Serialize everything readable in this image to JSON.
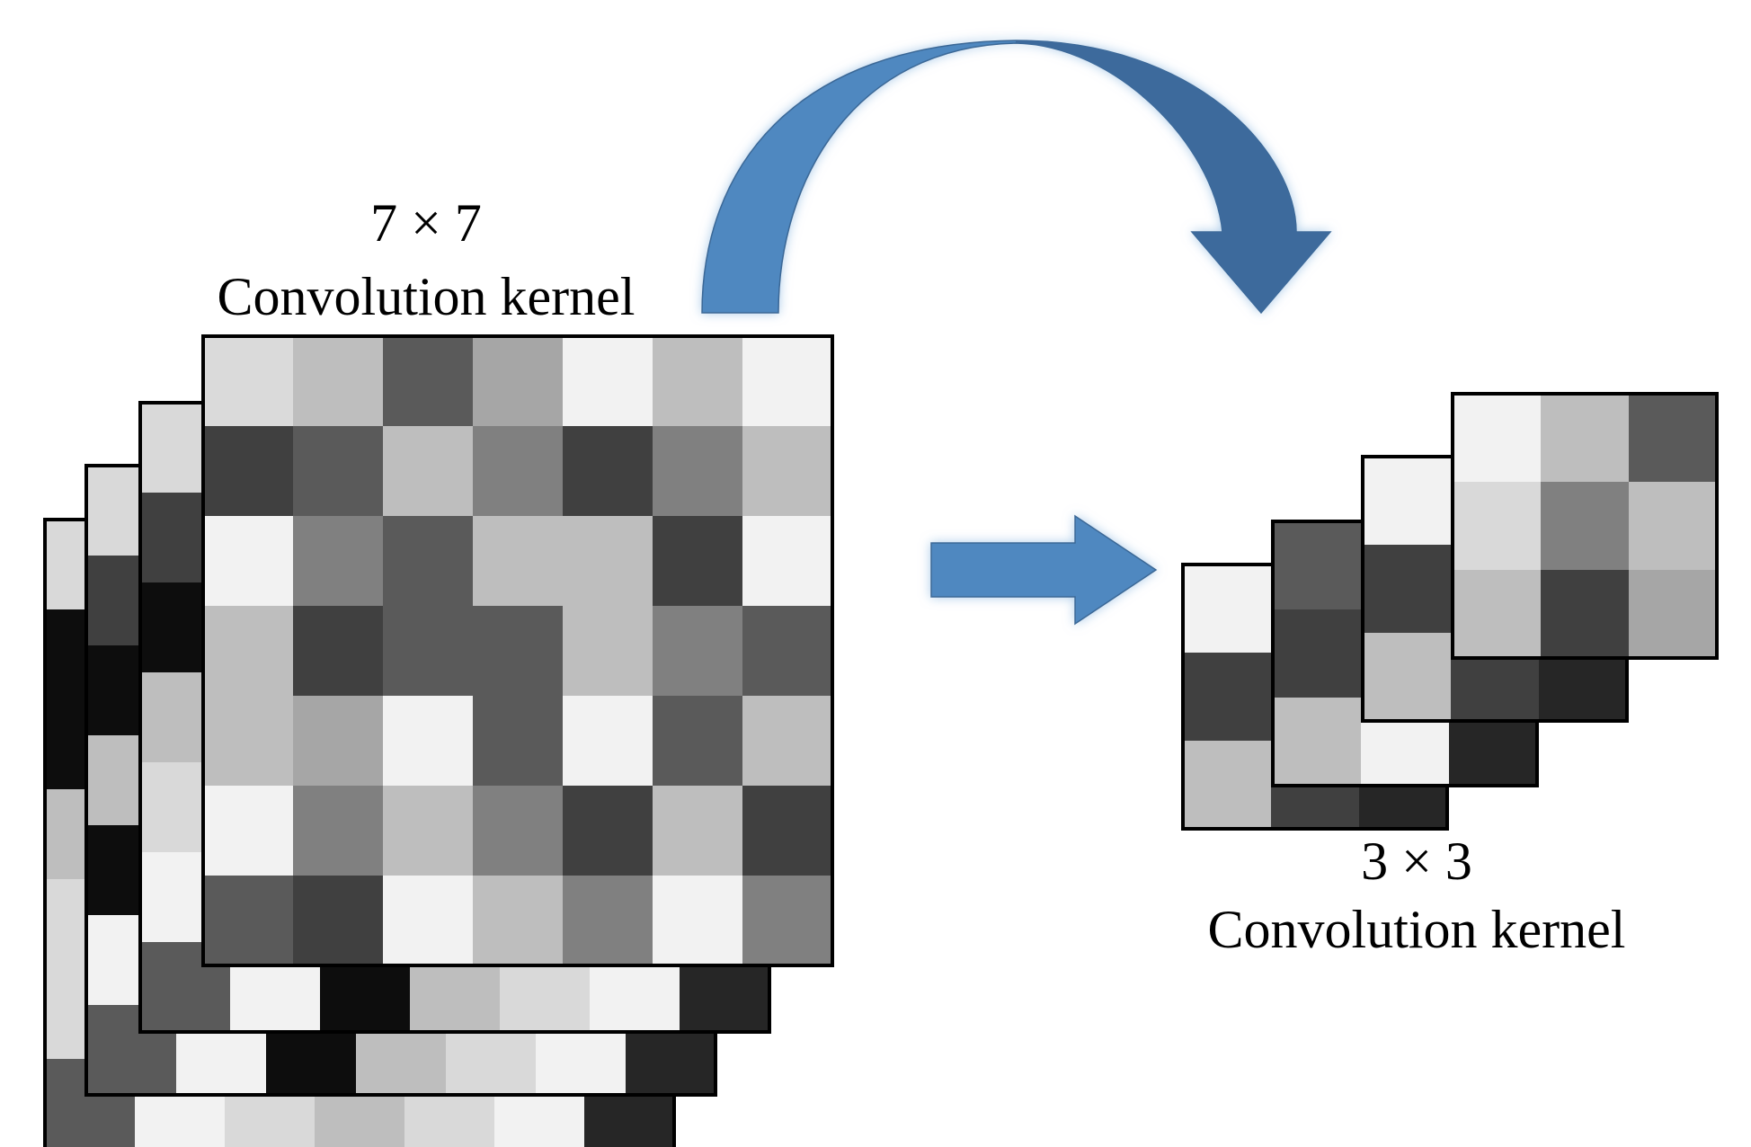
{
  "large_kernel": {
    "size_label": "7 × 7",
    "caption": "Convolution kernel"
  },
  "small_kernel": {
    "size_label": "3 × 3",
    "caption": "Convolution kernel"
  },
  "colors": {
    "arrow_light": "#5088C0",
    "arrow_dark": "#3C6A9C",
    "arrow_edge": "#3A6796",
    "border": "#000000",
    "background": "#FFFFFF"
  },
  "grids": {
    "large_front": [
      [
        "#DADADA",
        "#BEBEBE",
        "#5A5A5A",
        "#A6A6A6",
        "#F2F2F2",
        "#BEBEBE",
        "#F2F2F2"
      ],
      [
        "#404040",
        "#5A5A5A",
        "#BEBEBE",
        "#808080",
        "#404040",
        "#808080",
        "#BEBEBE"
      ],
      [
        "#F2F2F2",
        "#808080",
        "#5A5A5A",
        "#BEBEBE",
        "#BEBEBE",
        "#404040",
        "#F2F2F2"
      ],
      [
        "#BEBEBE",
        "#404040",
        "#5A5A5A",
        "#5A5A5A",
        "#BEBEBE",
        "#808080",
        "#5A5A5A"
      ],
      [
        "#BEBEBE",
        "#A6A6A6",
        "#F2F2F2",
        "#5A5A5A",
        "#F2F2F2",
        "#5A5A5A",
        "#BEBEBE"
      ],
      [
        "#F2F2F2",
        "#808080",
        "#BEBEBE",
        "#808080",
        "#404040",
        "#BEBEBE",
        "#404040"
      ],
      [
        "#5A5A5A",
        "#404040",
        "#F2F2F2",
        "#BEBEBE",
        "#808080",
        "#F2F2F2",
        "#808080"
      ]
    ],
    "large_layer_1_left": [
      "#D9D9D9",
      "#404040",
      "#0D0D0D",
      "#BEBEBE",
      "#D9D9D9",
      "#F2F2F2",
      "#F2F2F2"
    ],
    "large_layer_1_bottom": [
      "#5A5A5A",
      "#F2F2F2",
      "#0D0D0D",
      "#BEBEBE",
      "#D9D9D9",
      "#F2F2F2",
      "#262626"
    ],
    "large_layer_2_left": [
      "#D9D9D9",
      "#404040",
      "#0D0D0D",
      "#BEBEBE",
      "#0D0D0D",
      "#F2F2F2",
      "#F2F2F2"
    ],
    "large_layer_2_bottom": [
      "#5A5A5A",
      "#F2F2F2",
      "#0D0D0D",
      "#BEBEBE",
      "#D9D9D9",
      "#F2F2F2",
      "#262626"
    ],
    "large_layer_3_left": [
      "#D9D9D9",
      "#0D0D0D",
      "#0D0D0D",
      "#BEBEBE",
      "#D9D9D9",
      "#D9D9D9",
      "#F2F2F2"
    ],
    "large_layer_3_bottom": [
      "#5A5A5A",
      "#F2F2F2",
      "#D9D9D9",
      "#BEBEBE",
      "#D9D9D9",
      "#F2F2F2",
      "#262626"
    ],
    "small_front": [
      [
        "#F2F2F2",
        "#BEBEBE",
        "#5A5A5A"
      ],
      [
        "#D9D9D9",
        "#808080",
        "#BEBEBE"
      ],
      [
        "#BEBEBE",
        "#404040",
        "#A6A6A6"
      ]
    ],
    "small_layer_1_left": [
      "#F2F2F2",
      "#404040",
      "#BEBEBE"
    ],
    "small_layer_1_bottom": [
      "#BEBEBE",
      "#404040",
      "#262626"
    ],
    "small_layer_2_left": [
      "#5A5A5A",
      "#404040",
      "#BEBEBE"
    ],
    "small_layer_2_bottom": [
      "#BEBEBE",
      "#F2F2F2",
      "#262626"
    ],
    "small_layer_3_left": [
      "#F2F2F2",
      "#404040",
      "#BEBEBE"
    ],
    "small_layer_3_bottom": [
      "#BEBEBE",
      "#404040",
      "#262626"
    ]
  }
}
